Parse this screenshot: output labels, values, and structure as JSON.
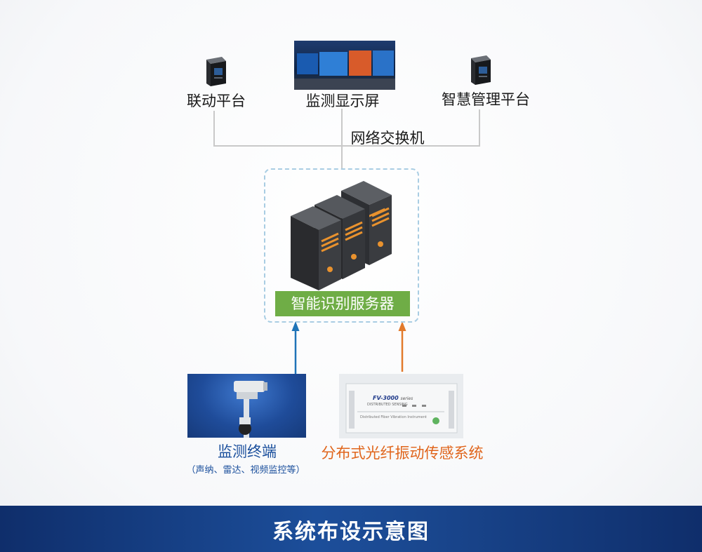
{
  "nodes": {
    "linkage_platform": "联动平台",
    "monitor_screen": "监测显示屏",
    "smart_mgmt_platform": "智慧管理平台",
    "network_switch": "网络交换机",
    "ai_server": "智能识别服务器",
    "monitor_terminal": "监测终端",
    "monitor_terminal_note": "（声纳、雷达、视频监控等）",
    "das_system": "分布式光纤振动传感系统"
  },
  "das_device": {
    "brand": "FV-3000",
    "brand_suffix": "series",
    "subtitle": "DISTRIBUTED SENSING",
    "front_text": "Distributed Fiber Vibration Instrument"
  },
  "footer": {
    "title": "系统布设示意图"
  },
  "colors": {
    "line_gray": "#c9c9c9",
    "arrow_blue": "#1f74b8",
    "arrow_orange": "#e27a2c",
    "server_label_bg": "#6fad46",
    "dash_box": "#a9cde3",
    "das_text": "#e0651c",
    "terminal_text": "#1a4f9c"
  }
}
